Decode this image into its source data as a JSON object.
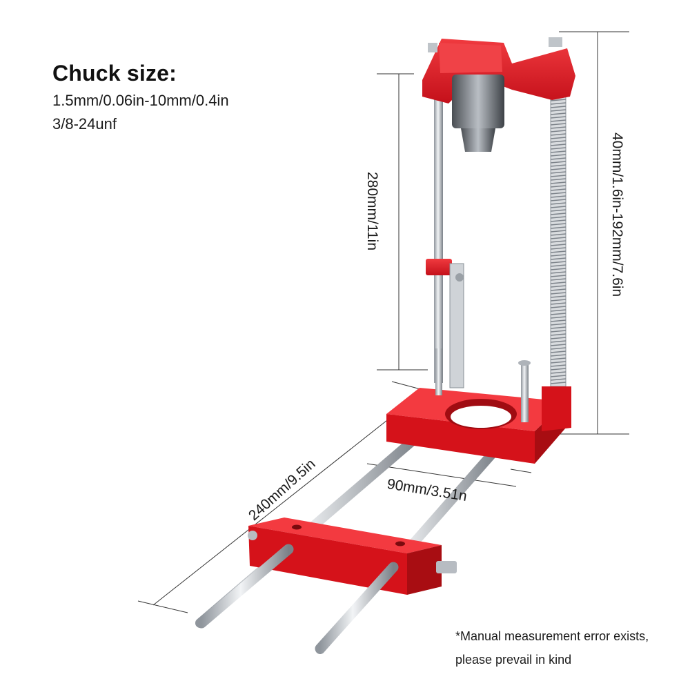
{
  "spec": {
    "title": "Chuck size:",
    "line1": "1.5mm/0.06in-10mm/0.4in",
    "line2": "3/8-24unf"
  },
  "dimensions": {
    "height_left": "280mm/11in",
    "height_right": "40mm/1.6in-192mm/7.6in",
    "length": "240mm/9.5in",
    "width": "90mm/3.51n"
  },
  "note": {
    "line1": "*Manual measurement error exists,",
    "line2": "please prevail in kind"
  },
  "colors": {
    "body_red": "#e0161e",
    "dark_red": "#a80d12",
    "steel": "#c9cdd2"
  }
}
